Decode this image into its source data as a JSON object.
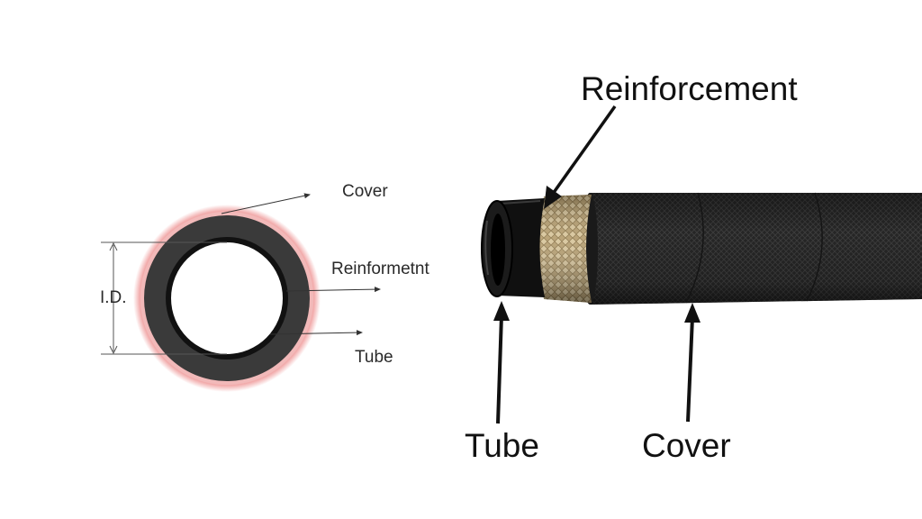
{
  "cross_section": {
    "labels": {
      "cover": "Cover",
      "reinforcement": "Reinformetnt",
      "tube": "Tube",
      "inner_diameter": "I.D."
    }
  },
  "hose_view": {
    "labels": {
      "reinforcement": "Reinforcement",
      "tube": "Tube",
      "cover": "Cover"
    }
  },
  "colors": {
    "background": "#ffffff",
    "cover_ring_glow": "#f0a0a0",
    "hose_body": "#2a2a2a",
    "braid": "#c9b48a",
    "arrow": "#111111"
  }
}
